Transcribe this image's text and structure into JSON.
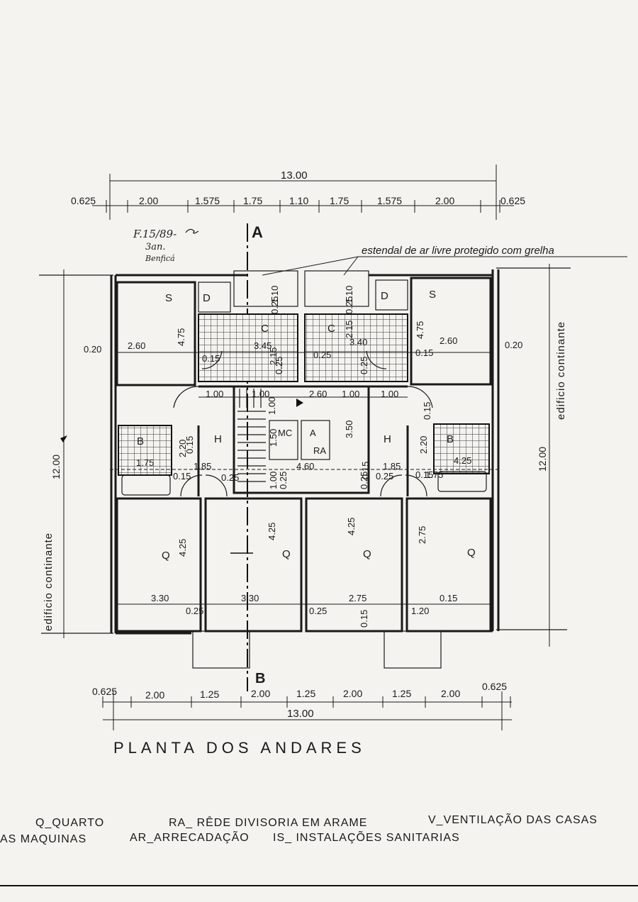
{
  "dims": {
    "top_total": "13.00",
    "top_segments": [
      "0.625",
      "2.00",
      "1.575",
      "1.75",
      "1.10",
      "1.75",
      "1.575",
      "2.00",
      "0.625"
    ],
    "bottom_total": "13.00",
    "bottom_segments": [
      "0.625",
      "2.00",
      "1.25",
      "2.00",
      "1.25",
      "2.00",
      "1.25",
      "2.00",
      "0.625"
    ],
    "side_total": "12.00",
    "interior": [
      "1.10",
      "0.25",
      "1.10",
      "0.25",
      "4.75",
      "4.75",
      "2.60",
      "2.60",
      "0.20",
      "0.20",
      "3.45",
      "3.40",
      "2.15",
      "2.15",
      "0.25",
      "0.25",
      "0.25",
      "0.15",
      "0.15",
      "0.15",
      "0.15",
      "1.00",
      "1.00",
      "2.60",
      "1.00",
      "1.00",
      "1.00",
      "1.50",
      "3.50",
      "2.20",
      "2.20",
      "1.85",
      "4.60",
      "1.85",
      "0.25",
      "0.25",
      "1.00",
      "0.25",
      "0.25",
      "0.15",
      "0.15",
      "0.15",
      "1.75",
      "1.75",
      "4.25",
      "4.25",
      "4.25",
      "4.25",
      "2.75",
      "3.30",
      "3.30",
      "2.75",
      "0.15",
      "0.25",
      "0.25",
      "0.15",
      "1.20"
    ]
  },
  "section_marks": [
    "A",
    "B"
  ],
  "room_labels": {
    "s": "S",
    "d": "D",
    "c": "C",
    "h": "H",
    "b": "B",
    "q": "Q",
    "mc": "MC",
    "a": "A",
    "ra": "RA"
  },
  "annotations": {
    "estendal": "estendal  de  ar  livre  protegido  com  grelha",
    "neighbor_right": "edificio  continante",
    "neighbor_left": "edificio  continante"
  },
  "handwriting": [
    "F.15/89-",
    "3an.",
    "Benficá"
  ],
  "title": "PLANTA  DOS  ANDARES",
  "legend": {
    "row1": [
      "Q_QUARTO",
      "RA_ RÊDE  DIVISORIA EM ARAME",
      "V_VENTILAÇÃO  DAS CASAS"
    ],
    "row2": [
      "AS MAQUINAS",
      "AR_ARRECADAÇÃO",
      "IS_ INSTALAÇÕES  SANITARIAS"
    ]
  }
}
